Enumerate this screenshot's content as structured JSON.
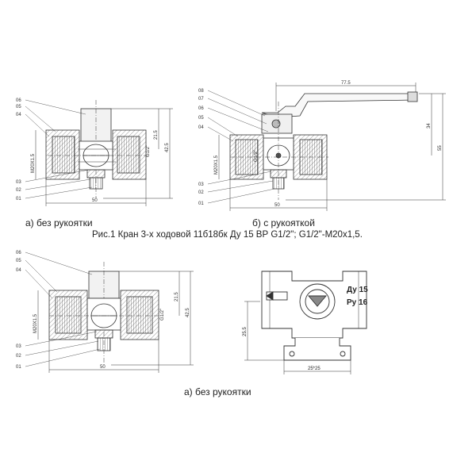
{
  "figure": {
    "caption_a_top": "а) без рукоятки",
    "caption_b": "б) с рукояткой",
    "caption_fig": "Рис.1 Кран 3-х ходовой 11б18бк Ду 15 ВР G1/2\"; G1/2\"-М20х1,5.",
    "caption_a_bottom": "а) без рукоятки"
  },
  "view_a_top": {
    "callouts": [
      "06",
      "05",
      "04",
      "03",
      "02",
      "01"
    ],
    "dims": {
      "width": "50",
      "height_total": "42.5",
      "height_upper": "21.5",
      "thread": "M20X1.5",
      "pipe": "G1/2\""
    }
  },
  "view_b": {
    "callouts_upper": [
      "08",
      "07",
      "06",
      "05",
      "04"
    ],
    "callouts_lower": [
      "03",
      "02",
      "01"
    ],
    "dims": {
      "handle_length": "77.5",
      "height_handle": "34",
      "height_total": "55",
      "width": "50",
      "thread": "M20X1.5",
      "pipe": "G1/2\""
    }
  },
  "view_a_bottom": {
    "callouts": [
      "06",
      "05",
      "04",
      "03",
      "02",
      "01"
    ],
    "dims": {
      "width": "50",
      "height_total": "42.5",
      "height_upper": "21.5",
      "thread": "M20X1.5",
      "pipe": "G1/2\""
    }
  },
  "top_view": {
    "label_dn": "Ду 15",
    "label_pn": "Ру 16",
    "dims": {
      "height": "25.5",
      "base": "25*25"
    }
  }
}
